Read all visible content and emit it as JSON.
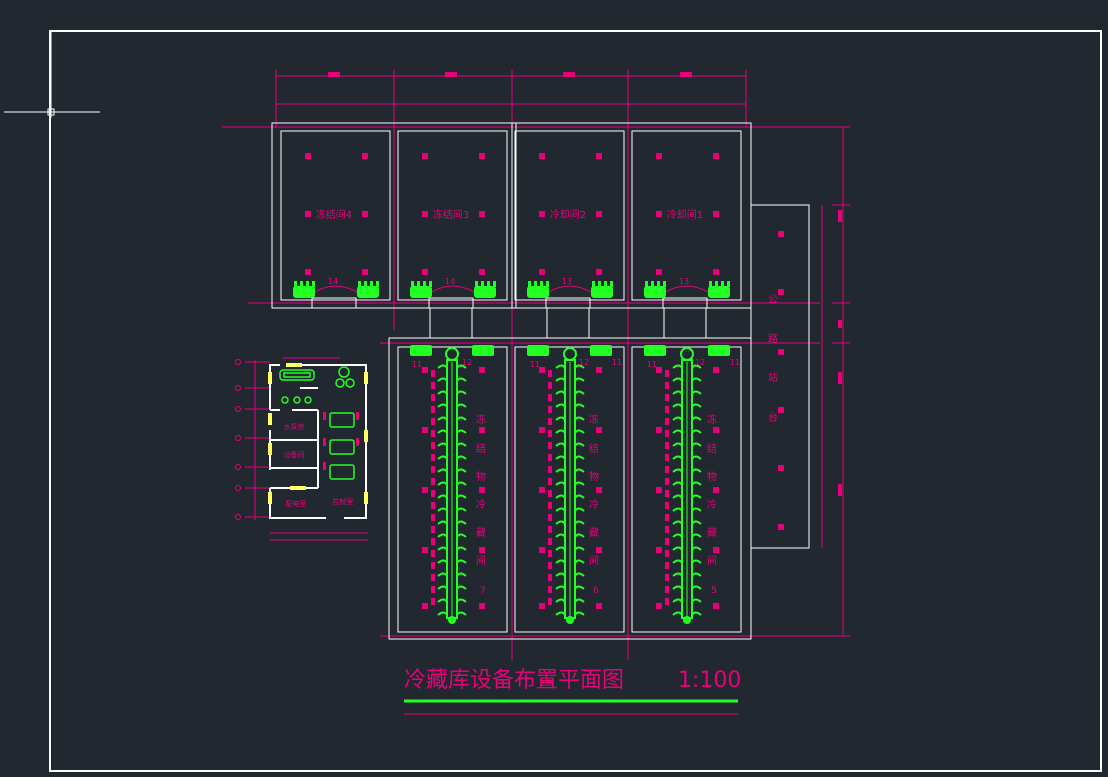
{
  "drawing": {
    "title": "冷藏库设备布置平面图",
    "scale": "1:100"
  },
  "upper_rooms": [
    {
      "label": "冻结间4",
      "num": "14"
    },
    {
      "label": "冻结间3",
      "num": "14"
    },
    {
      "label": "冷却间2",
      "num": "13"
    },
    {
      "label": "冷却间1",
      "num": "13"
    }
  ],
  "lower_rooms": [
    {
      "num": "7"
    },
    {
      "num": "6"
    },
    {
      "num": "5"
    }
  ],
  "cold_store_label_chars": [
    "冻",
    "结",
    "物",
    "冷",
    "藏",
    "间"
  ],
  "platform_label_chars": [
    "公",
    "路",
    "站",
    "台"
  ],
  "unit_tags": [
    "11",
    "12"
  ],
  "side_rooms": {
    "pump_room": "水泵房",
    "equipment_room": "设备间",
    "distribution_room": "配电室",
    "control_room": "控制室"
  },
  "colors": {
    "background": "#212830",
    "frame": "#ffffff",
    "dimension": "#e8007a",
    "equipment": "#22ff22",
    "pillar": "#e8007a",
    "accent_yellow": "#ffff66"
  }
}
